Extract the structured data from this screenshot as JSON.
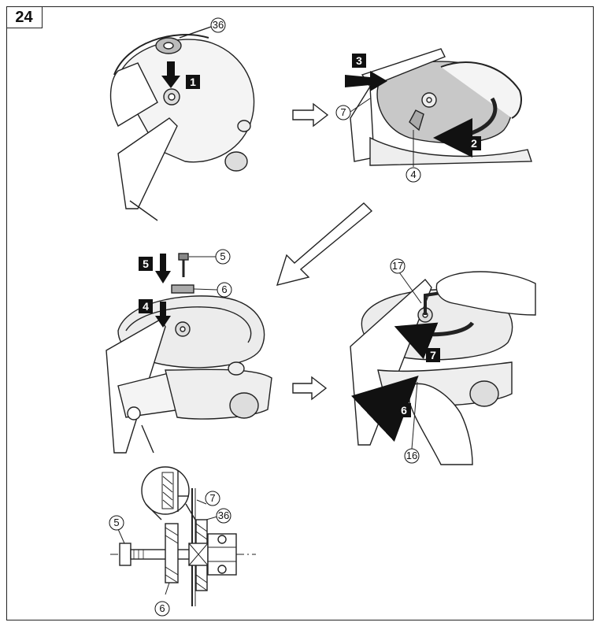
{
  "figure": {
    "number": "24"
  },
  "panels": {
    "top_left": {
      "callouts": [
        "36"
      ],
      "steps": [
        "1"
      ]
    },
    "top_right": {
      "callouts": [
        "7",
        "4"
      ],
      "steps": [
        "3",
        "2"
      ]
    },
    "mid_left": {
      "callouts": [
        "5",
        "6"
      ],
      "steps": [
        "5",
        "4"
      ]
    },
    "mid_right": {
      "callouts": [
        "17",
        "16"
      ],
      "steps": [
        "7",
        "6"
      ]
    },
    "section": {
      "callouts": [
        "5",
        "7",
        "36",
        "6"
      ]
    }
  }
}
